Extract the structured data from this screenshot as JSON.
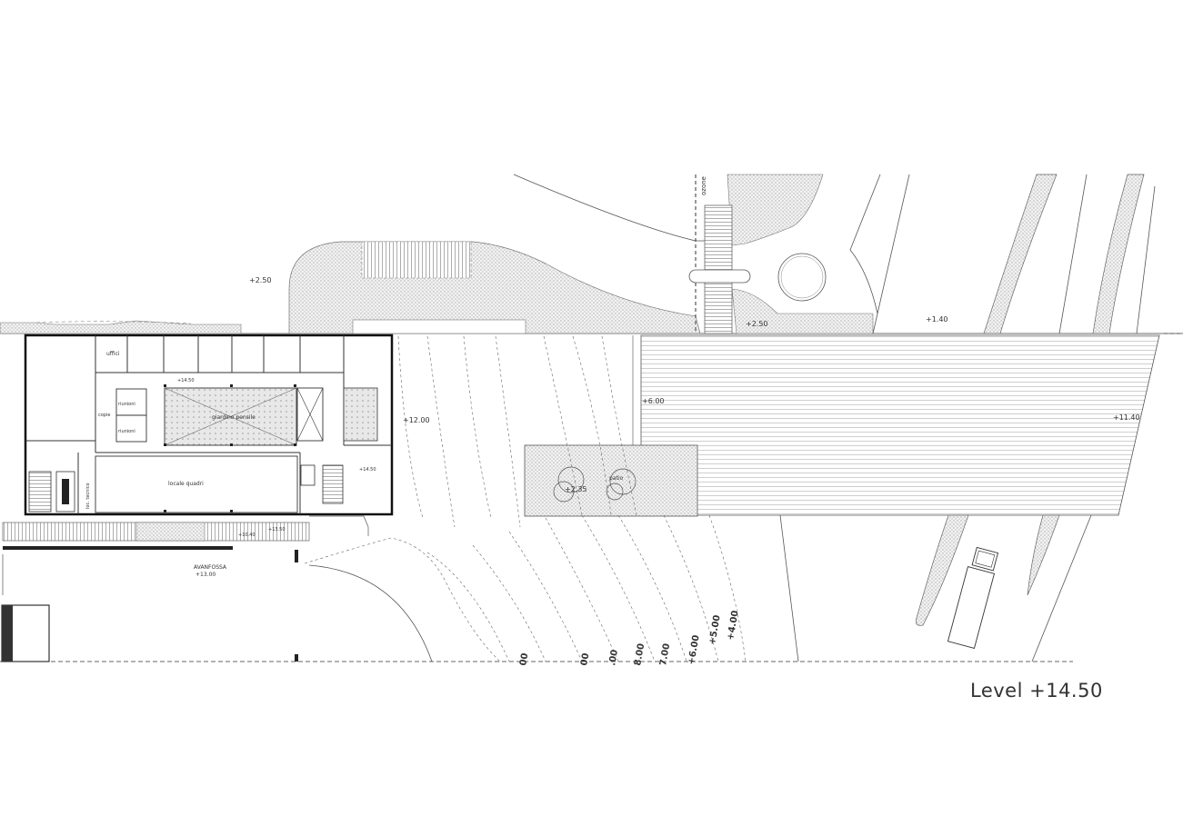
{
  "title": "Level +14.50",
  "labels": {
    "l250_left": "+2.50",
    "l250_right": "+2.50",
    "l140": "+1.40",
    "l1200": "+12.00",
    "l600": "+6.00",
    "l1140": "+11.40",
    "l235": "+2.35",
    "patio": "patio",
    "uffici": "uffici",
    "riunioni1": "riunioni",
    "riunioni2": "riunioni",
    "copie": "copie",
    "giardino": "giardino pensile",
    "locale_quadri": "locale quadri",
    "loc_tecnico": "loc. tecnico",
    "l1450a": "+14.50",
    "l1450b": "+14.50",
    "l1350": "+13.50",
    "l1040": "+10.40",
    "avanfossa": "AVANFOSSA",
    "l1300": "+13.00",
    "l500": "+5.00",
    "l400": "+4.00",
    "l600b": "+6.00",
    "l700": "7.00",
    "l800": "8.00",
    "l900": ".00",
    "l1000": "00",
    "l1100": "00",
    "strip": "ozone"
  }
}
